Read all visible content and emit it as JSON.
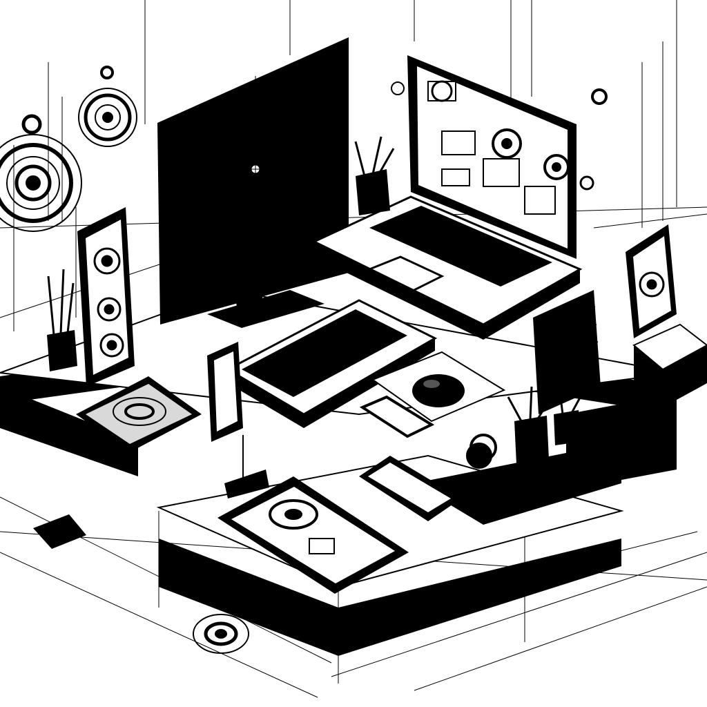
{
  "palette": {
    "ink": "#000000",
    "paper": "#ffffff",
    "shade": "#d9d9d9"
  },
  "objects": [
    "desktop-monitor",
    "laptop",
    "keyboard",
    "mouse",
    "smartphone",
    "tablet",
    "pen-holder",
    "speaker",
    "desk-platform"
  ]
}
